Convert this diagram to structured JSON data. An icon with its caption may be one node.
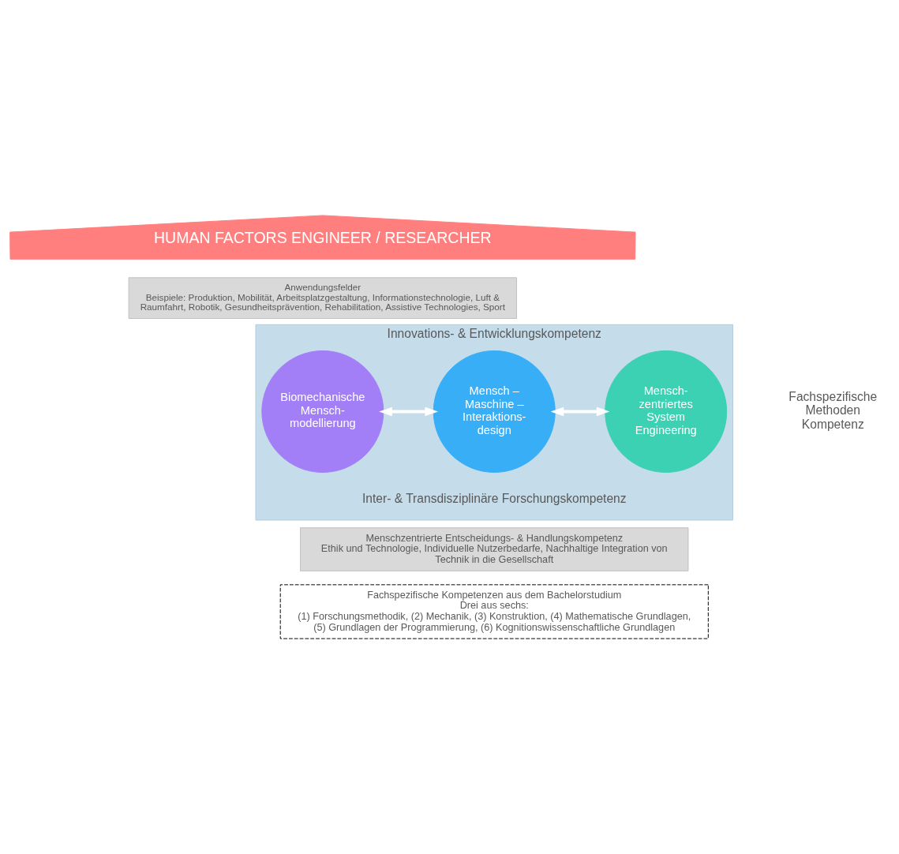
{
  "diagram": {
    "nodes": [
      {
        "text": [
          "HUMAN FACTORS ENGINEER / RESEARCHER"
        ]
      },
      {
        "text": [
          "Anwendungsfelder",
          "Beispiele: Produktion, Mobilität, Arbeitsplatzgestaltung, Informationstechnologie, Luft & Raumfahrt, Robotik, Gesundheitsprävention, Rehabilitation, Assistive Technologies, Sport"
        ]
      },
      {
        "text": [
          "Innovations- & Entwicklungskompetenz",
          "Inter- & Transdisziplinäre Forschungskompetenz"
        ]
      },
      {
        "text": [
          "Biomechanische Mensch- modellierung"
        ],
        "in": 2
      },
      {
        "text": [
          "Mensch – Maschine – Interaktions- design"
        ],
        "in": 2
      },
      {
        "text": [
          "Mensch- zentriertes System Engineering"
        ],
        "in": 2
      },
      {
        "text": [
          "Menschzentrierte Entscheidungs- & Handlungskompetenz",
          "Ethik und Technologie, Individuelle Nutzerbedarfe, Nachhaltige Integration von Technik in die Gesellschaft"
        ]
      },
      {
        "text": [
          "Fachspezifische Kompetenzen aus dem Bachelorstudium",
          "Drei aus sechs:",
          "(1) Forschungsmethodik, (2) Mechanik, (3) Konstruktion, (4) Mathematische Grundlagen, (5) Grundlagen der Programmierung, (6) Kognitionswissenschaftliche Grundlagen"
        ]
      }
    ],
    "edges": [
      {
        "from": 3,
        "to": 4,
        "arrow": "both"
      },
      {
        "from": 4,
        "to": 5,
        "arrow": "both"
      }
    ],
    "labels": [
      "Fachspezifische Methoden Kompetenz"
    ]
  }
}
